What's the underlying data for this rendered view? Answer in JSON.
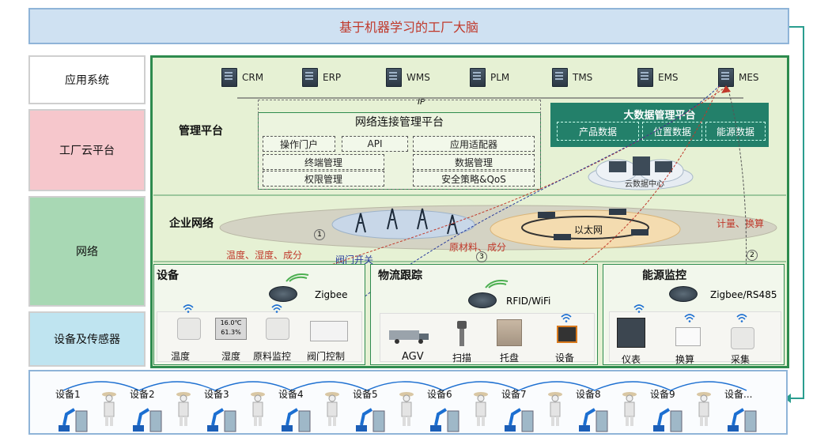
{
  "title": "基于机器学习的工厂大脑",
  "left_labels": [
    "应用系统",
    "工厂云平台",
    "网络",
    "设备及传感器"
  ],
  "colors": {
    "title_bg": "#cfe1f2",
    "label_app": "#ffffff",
    "label_cloud": "#f6c7cc",
    "label_network": "#a8d8b4",
    "label_device": "#bfe4f0",
    "main_bg": "#e6f1d4",
    "main_border": "#2e8b4e",
    "title_text": "#c0392b"
  },
  "apps": [
    "CRM",
    "ERP",
    "WMS",
    "PLM",
    "TMS",
    "EMS",
    "MES"
  ],
  "ip_label": "IP",
  "mgmt": {
    "label": "管理平台",
    "platform_title": "网络连接管理平台",
    "items": [
      "操作门户",
      "API",
      "应用适配器",
      "终端管理",
      "数据管理",
      "权限管理",
      "安全策略&QoS"
    ]
  },
  "bigdata": {
    "title": "大数据管理平台",
    "items": [
      "产品数据",
      "位置数据",
      "能源数据"
    ],
    "cloud_label": "云数据中心"
  },
  "network": {
    "label": "企业网络",
    "ethernet": "以太网",
    "annot_left": "温度、湿度、成分",
    "annot_valve": "阀门开关",
    "annot_material": "原材料、成分",
    "annot_calc": "计量、换算",
    "markers": [
      "1",
      "3",
      "2"
    ]
  },
  "equipment": {
    "label": "设备",
    "gateway": "Zigbee",
    "items": [
      "温度",
      "湿度",
      "原料监控",
      "阀门控制"
    ],
    "display_text": "16.0℃ 61.3%"
  },
  "logistics": {
    "label": "物流跟踪",
    "gateway": "RFID/WiFi",
    "items": [
      "AGV",
      "扫描",
      "托盘",
      "设备"
    ]
  },
  "energy": {
    "label": "能源监控",
    "gateway": "Zigbee/RS485",
    "items": [
      "仪表",
      "换算",
      "采集"
    ]
  },
  "bottom_devices": [
    "设备1",
    "设备2",
    "设备3",
    "设备4",
    "设备5",
    "设备6",
    "设备7",
    "设备8",
    "设备9",
    "设备..."
  ]
}
